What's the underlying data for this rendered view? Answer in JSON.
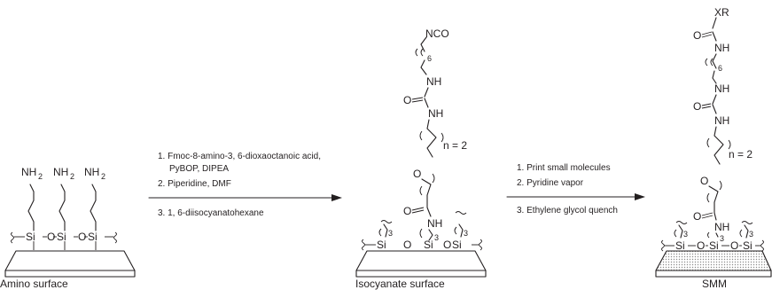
{
  "panels": {
    "amino": {
      "caption": "Amino surface",
      "amine": "NH",
      "amine_sub": "2",
      "si": "Si",
      "o": "O"
    },
    "isocyanate": {
      "caption": "Isocyanate surface",
      "nco": "NCO",
      "six": "6",
      "nh": "NH",
      "o": "O",
      "n_eq": "n = 2",
      "si": "Si",
      "three": "3"
    },
    "smm": {
      "caption": "SMM",
      "xr": "XR",
      "six": "6",
      "nh": "NH",
      "o": "O",
      "n_eq": "n = 2",
      "si": "Si",
      "three": "3"
    }
  },
  "arrow1": {
    "steps": [
      "1.  Fmoc-8-amino-3, 6-dioxaoctanoic acid,",
      "PyBOP, DIPEA",
      "2.  Piperidine, DMF",
      "3.  1, 6-diisocyanatohexane"
    ]
  },
  "arrow2": {
    "steps": [
      "1. Print small molecules",
      "2. Pyridine vapor",
      "3. Ethylene glycol quench"
    ]
  }
}
